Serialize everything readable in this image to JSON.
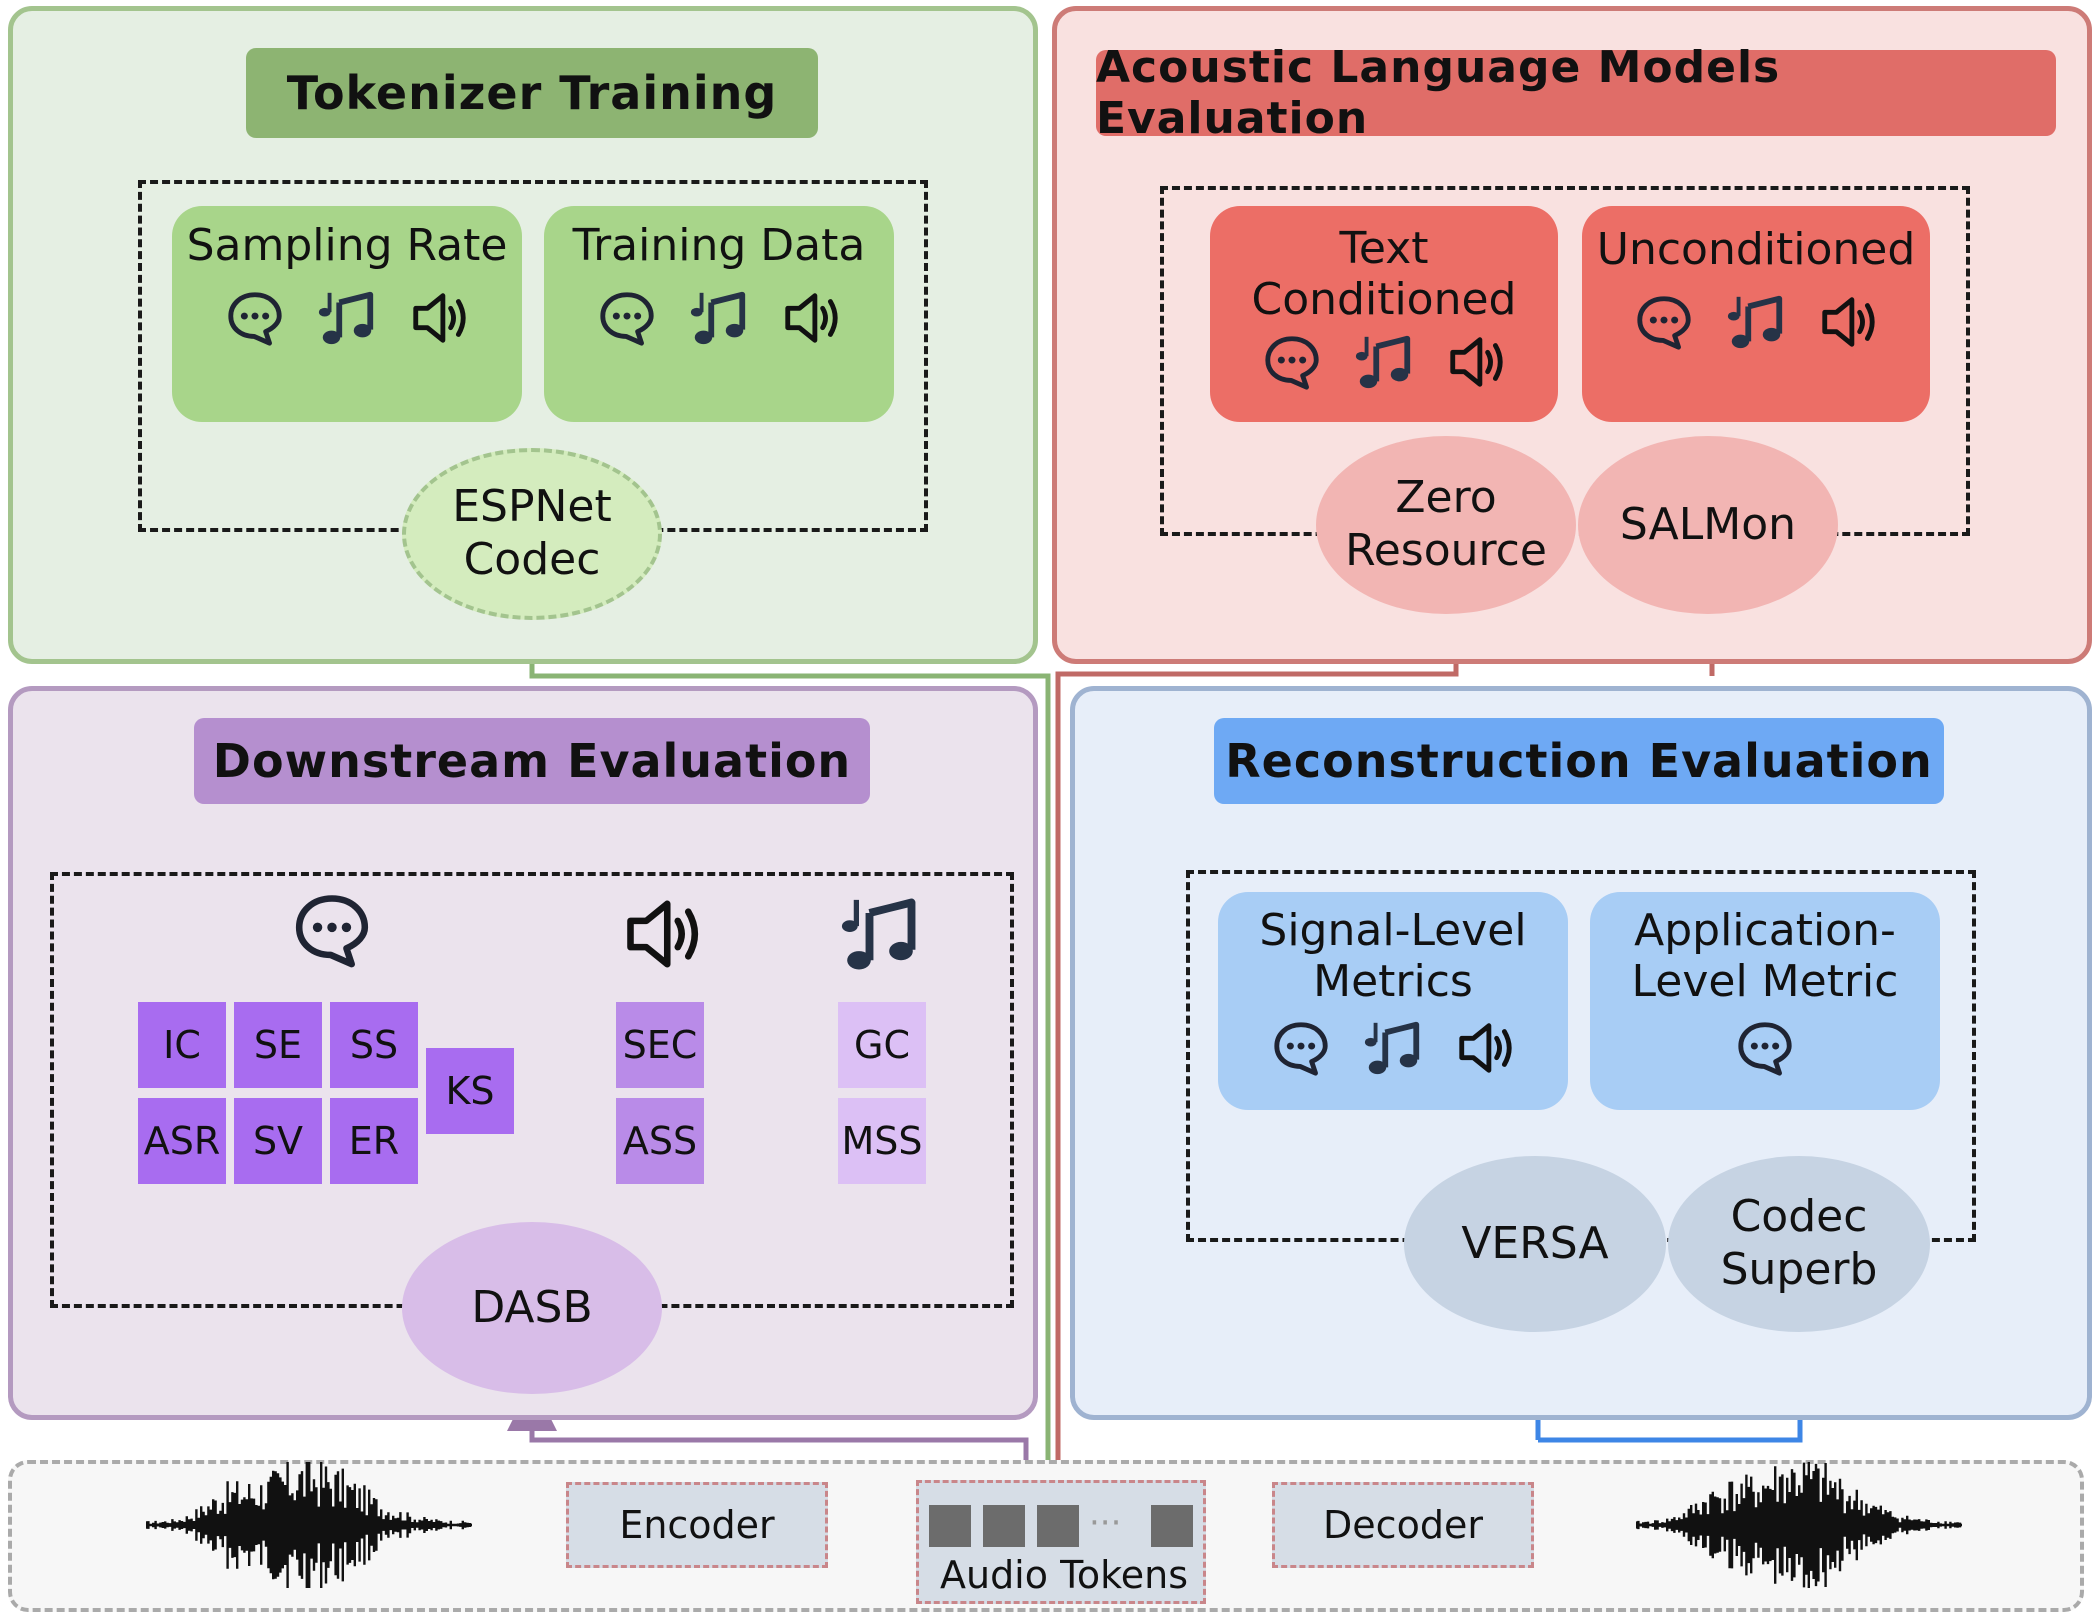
{
  "tokenizer": {
    "title": "Tokenizer Training",
    "cards": [
      {
        "label": "Sampling Rate",
        "icons": [
          "speech-bubble-icon",
          "music-note-icon",
          "speaker-icon"
        ]
      },
      {
        "label": "Training Data",
        "icons": [
          "speech-bubble-icon",
          "music-note-icon",
          "speaker-icon"
        ]
      }
    ],
    "tool": "ESPNet\nCodec"
  },
  "alm": {
    "title": "Acoustic Language Models Evaluation",
    "cards": [
      {
        "label": "Text\nConditioned",
        "icons": [
          "speech-bubble-icon",
          "music-note-icon",
          "speaker-icon"
        ]
      },
      {
        "label": "Unconditioned",
        "icons": [
          "speech-bubble-icon",
          "music-note-icon",
          "speaker-icon"
        ]
      }
    ],
    "tools": [
      "Zero\nResource",
      "SALMon"
    ]
  },
  "downstream": {
    "title": "Downstream Evaluation",
    "speech_tasks": [
      "IC",
      "SE",
      "SS",
      "ASR",
      "SV",
      "ER",
      "KS"
    ],
    "audio_tasks": [
      "SEC",
      "ASS"
    ],
    "music_tasks": [
      "GC",
      "MSS"
    ],
    "tool": "DASB"
  },
  "reconstruction": {
    "title": "Reconstruction Evaluation",
    "cards": [
      {
        "label": "Signal-Level\nMetrics",
        "icons": [
          "speech-bubble-icon",
          "music-note-icon",
          "speaker-icon"
        ]
      },
      {
        "label": "Application-\nLevel Metric",
        "icons": [
          "speech-bubble-icon"
        ]
      }
    ],
    "tools": [
      "VERSA",
      "Codec\nSuperb"
    ]
  },
  "pipeline": {
    "encoder": "Encoder",
    "decoder": "Decoder",
    "tokens_label": "Audio Tokens",
    "ellipsis": "···"
  },
  "colors": {
    "green_panel": "#e5efe3",
    "green_border": "#a3c48e",
    "green_title": "#8db472",
    "green_card": "#a8d58a",
    "red_panel": "#f9e1e0",
    "red_border": "#cd7b77",
    "red_title": "#e06d68",
    "red_card": "#ec6e66",
    "purple_panel": "#ebe3ed",
    "purple_border": "#b49ac0",
    "purple_title": "#b58fcf",
    "purple_tile": "#a86cf0",
    "blue_panel": "#e7eef9",
    "blue_border": "#9fb3d1",
    "blue_title": "#6ea9f4",
    "blue_card": "#a8cdf5"
  }
}
